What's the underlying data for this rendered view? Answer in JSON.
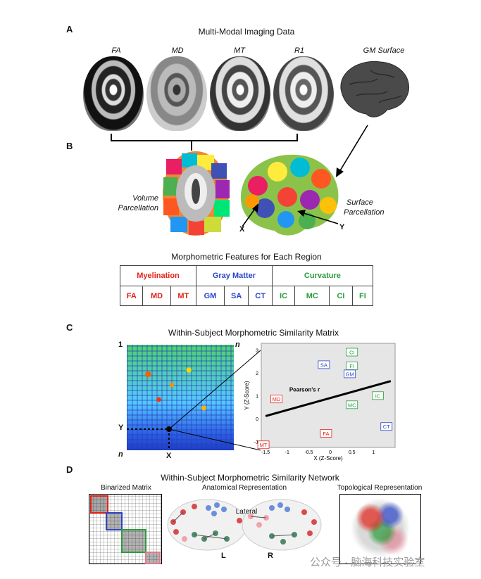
{
  "panels": {
    "a": "A",
    "b": "B",
    "c": "C",
    "d": "D"
  },
  "panel_a": {
    "title": "Multi-Modal Imaging Data",
    "modalities": [
      "FA",
      "MD",
      "MT",
      "R1",
      "GM Surface"
    ]
  },
  "panel_b": {
    "volume_label_1": "Volume",
    "volume_label_2": "Parcellation",
    "surface_label_1": "Surface",
    "surface_label_2": "Parcellation",
    "point_x": "X",
    "point_y": "Y",
    "features_title": "Morphometric Features for Each Region",
    "groups": [
      {
        "name": "Myelination",
        "color": "#e2231a",
        "features": [
          "FA",
          "MD",
          "MT"
        ]
      },
      {
        "name": "Gray Matter",
        "color": "#2b45c8",
        "features": [
          "GM",
          "SA",
          "CT"
        ]
      },
      {
        "name": "Curvature",
        "color": "#2a9c3a",
        "features": [
          "IC",
          "MC",
          "CI",
          "FI"
        ]
      }
    ]
  },
  "panel_c": {
    "title": "Within-Subject Morphometric Similarity Matrix",
    "corner_1": "1",
    "corner_n_top": "n",
    "corner_n_bottom": "n",
    "row_y": "Y",
    "col_x": "X"
  },
  "chart_data": {
    "type": "scatter",
    "xlabel": "X (Z-Score)",
    "ylabel": "Y (Z-Score)",
    "xlim": [
      -1.6,
      1.5
    ],
    "ylim": [
      -1.25,
      3.3
    ],
    "xticks": [
      -1.5,
      -1.0,
      -0.5,
      0,
      0.5,
      1.0
    ],
    "yticks": [
      -1,
      0,
      1,
      2,
      3
    ],
    "annotation": "Pearson's r",
    "points": [
      {
        "label": "CI",
        "x": 0.5,
        "y": 2.9,
        "group": "Curvature"
      },
      {
        "label": "SA",
        "x": -0.15,
        "y": 2.35,
        "group": "Gray Matter"
      },
      {
        "label": "FI",
        "x": 0.5,
        "y": 2.3,
        "group": "Curvature"
      },
      {
        "label": "GM",
        "x": 0.45,
        "y": 1.95,
        "group": "Gray Matter"
      },
      {
        "label": "IC",
        "x": 1.1,
        "y": 1.0,
        "group": "Curvature"
      },
      {
        "label": "MD",
        "x": -1.25,
        "y": 0.85,
        "group": "Myelination"
      },
      {
        "label": "MC",
        "x": 0.5,
        "y": 0.6,
        "group": "Curvature"
      },
      {
        "label": "CT",
        "x": 1.3,
        "y": -0.35,
        "group": "Gray Matter"
      },
      {
        "label": "FA",
        "x": -0.1,
        "y": -0.65,
        "group": "Myelination"
      },
      {
        "label": "MT",
        "x": -1.55,
        "y": -1.15,
        "group": "Myelination"
      }
    ],
    "fit_line": {
      "x": [
        -1.5,
        1.4
      ],
      "y": [
        0.12,
        1.65
      ]
    }
  },
  "panel_d": {
    "title": "Within-Subject Morphometric Similarity Network",
    "binarized_label": "Binarized Matrix",
    "anatomical_label": "Anatomical Representation",
    "lateral_label": "Lateral",
    "left_label": "L",
    "right_label": "R",
    "topological_label": "Topological Representation"
  },
  "watermark": "公众号 · 脑海科技实验室",
  "colors": {
    "myelination": "#e2231a",
    "gray_matter": "#2b45c8",
    "curvature": "#2a9c3a"
  }
}
